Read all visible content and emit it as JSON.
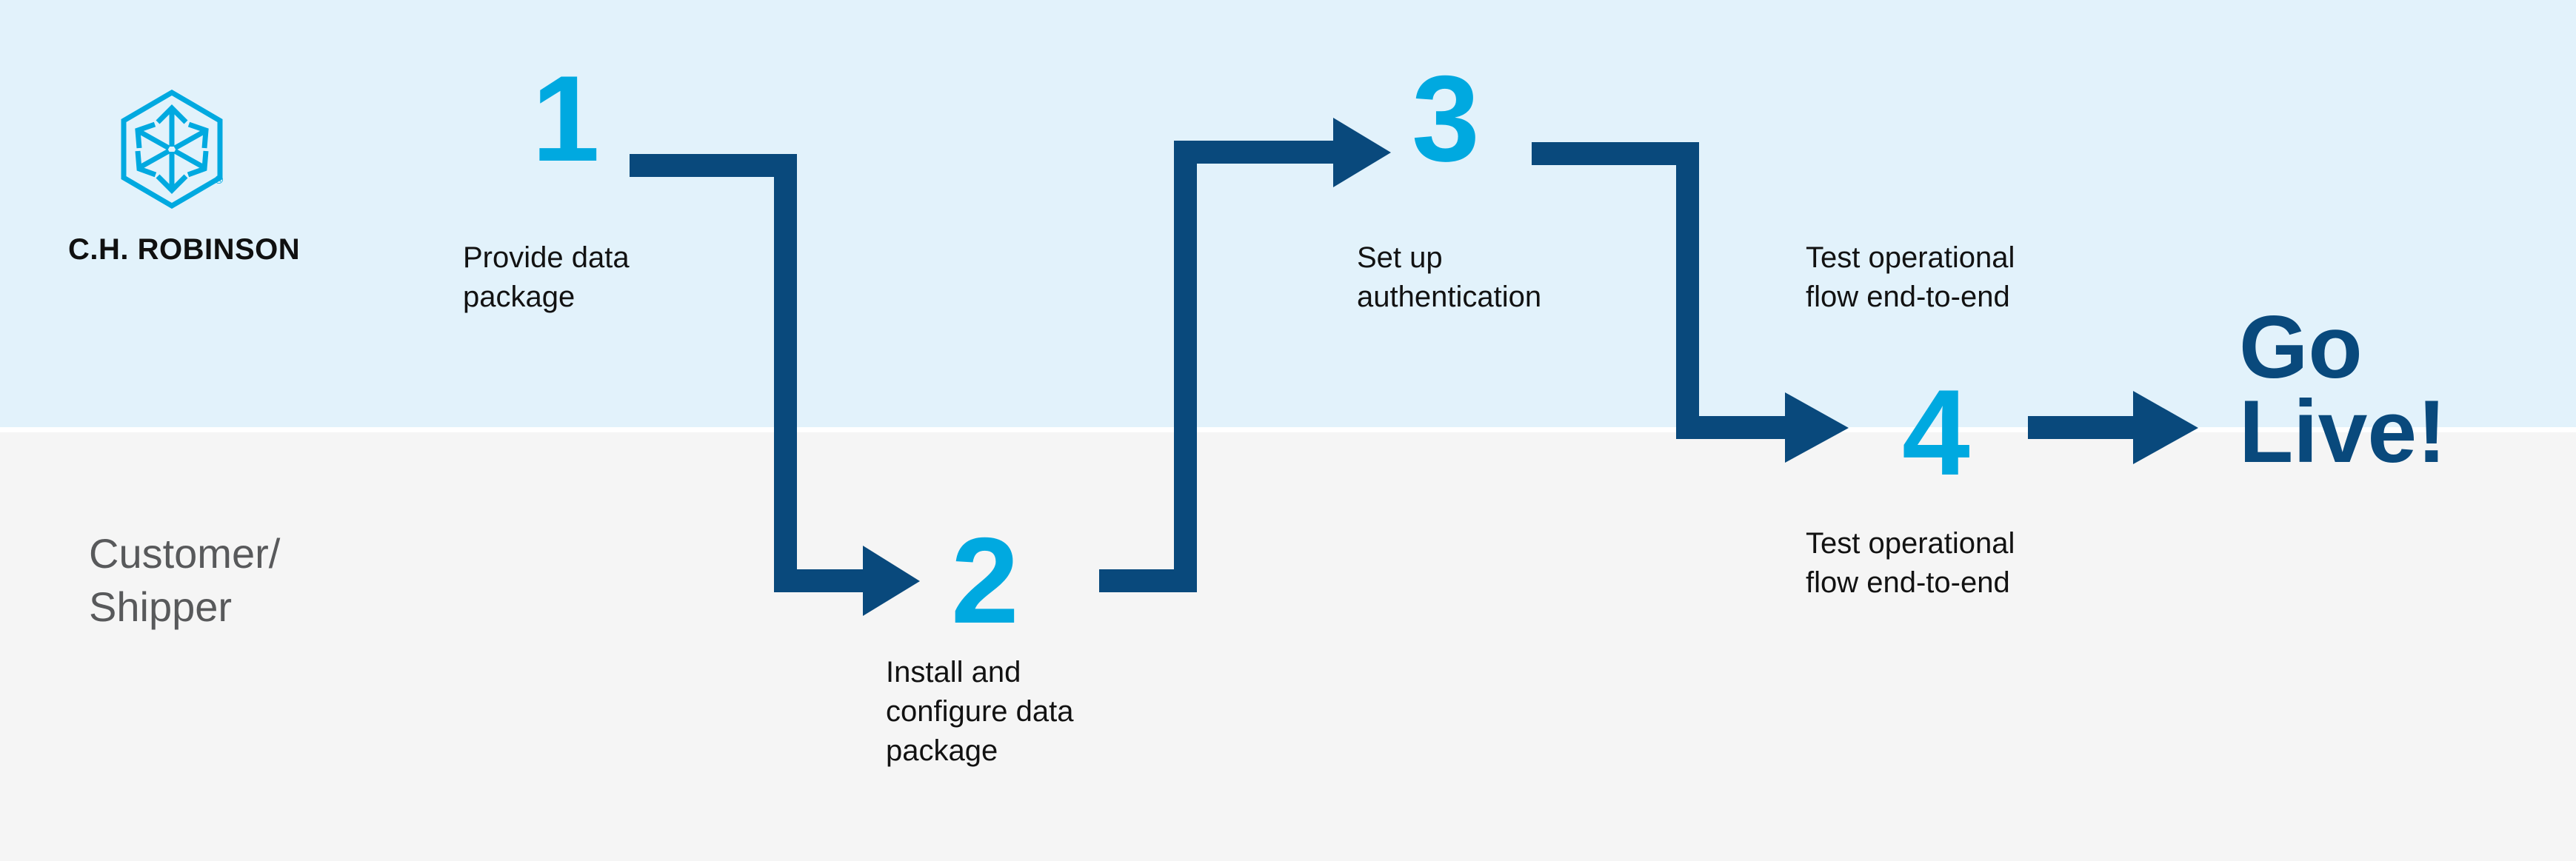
{
  "brand": {
    "logo_icon": "ch-robinson-hexagon-arrows-logo",
    "wordmark": "C.H. ROBINSON",
    "registered_mark": "®",
    "logo_color": "#00a9e0"
  },
  "colors": {
    "band_top": "#e2f2fb",
    "band_bottom": "#f5f5f5",
    "accent_cyan": "#00a9e0",
    "accent_navy": "#09497c",
    "caption_text": "#121212",
    "lane_label_text": "#58595b"
  },
  "lanes": [
    {
      "id": "ch-robinson-lane",
      "label": "",
      "background": "#e2f2fb"
    },
    {
      "id": "customer-shipper-lane",
      "label": "Customer/\nShipper",
      "label_line1": "Customer/",
      "label_line2": "Shipper",
      "background": "#f5f5f5"
    }
  ],
  "flow": {
    "type": "process-flow",
    "direction": "left-to-right",
    "steps": [
      {
        "number": "1",
        "caption_line1": "Provide data",
        "caption_line2": "package",
        "lane": "ch-robinson-lane"
      },
      {
        "number": "2",
        "caption_line1": "Install and",
        "caption_line2": "configure data",
        "caption_line3": "package",
        "lane": "customer-shipper-lane"
      },
      {
        "number": "3",
        "caption_line1": "Set up",
        "caption_line2": "authentication",
        "lane": "ch-robinson-lane"
      },
      {
        "number": "4",
        "caption_line1": "Test operational",
        "caption_line2": "flow end-to-end",
        "lane": "customer-shipper-lane"
      }
    ],
    "extra_captions": [
      {
        "id": "test-operational-flow-top",
        "line1": "Test operational",
        "line2": "flow end-to-end",
        "lane": "ch-robinson-lane"
      }
    ],
    "terminal": {
      "id": "go-live",
      "line1": "Go",
      "line2": "Live!",
      "color": "#09497c"
    },
    "connectors": [
      {
        "id": "connector-1-to-2",
        "shape": "right-then-down-then-right-arrow"
      },
      {
        "id": "connector-2-to-3",
        "shape": "right-then-up-then-right-arrow"
      },
      {
        "id": "connector-3-to-4",
        "shape": "right-then-down-then-right-arrow"
      },
      {
        "id": "connector-4-to-go-live",
        "shape": "right-arrow"
      }
    ]
  }
}
